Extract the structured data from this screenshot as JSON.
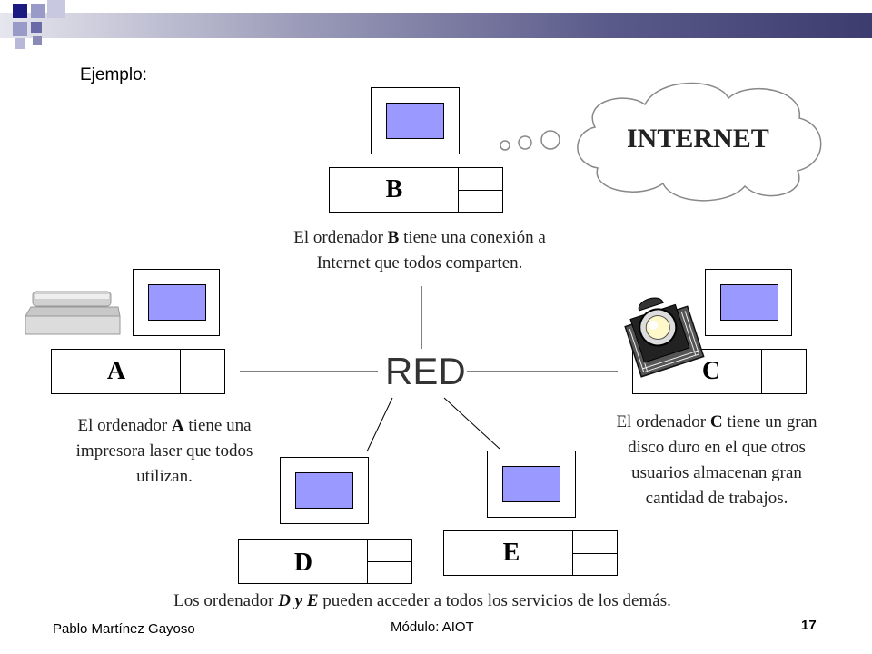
{
  "slide": {
    "example_label": "Ejemplo:",
    "cloud_label": "INTERNET",
    "network_label": "RED"
  },
  "computers": {
    "A": "A",
    "B": "B",
    "C": "C",
    "D": "D",
    "E": "E"
  },
  "captions": {
    "b": {
      "pre": "El ordenador ",
      "bold": "B",
      "post1": " tiene una conexión a",
      "line2": "Internet que todos comparten."
    },
    "a": {
      "pre": "El ordenador ",
      "bold": "A",
      "post1": " tiene una",
      "line2": "impresora laser que todos",
      "line3": "utilizan."
    },
    "c": {
      "pre": "El ordenador ",
      "bold": "C",
      "post1": " tiene un gran",
      "line2": "disco duro en el que otros",
      "line3": "usuarios almacenan gran",
      "line4": "cantidad de trabajos."
    },
    "de": {
      "pre": "Los ordenador ",
      "bold1": "D y E",
      "post": " pueden acceder a todos los servicios de los demás."
    }
  },
  "footer": {
    "author": "Pablo Martínez Gayoso",
    "module": "Módulo: AIOT",
    "page": "17"
  },
  "colors": {
    "screen": "#9999ff",
    "header_dark": "#3c3c6e",
    "header_light": "#e6e6ee"
  }
}
